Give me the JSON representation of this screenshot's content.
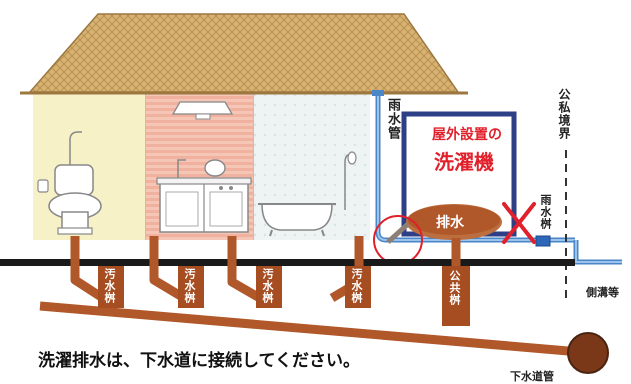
{
  "labels": {
    "rain_pipe": "雨水管",
    "boundary": "公私境界",
    "washer_line1": "屋外設置の",
    "washer_line2": "洗濯機",
    "drain": "排水",
    "rain_basin": "雨水桝",
    "sewage_basin": "汚水桝",
    "public_basin": "公共桝",
    "side_ditch": "側溝等",
    "sewer_pipe": "下水道管",
    "caption": "洗濯排水は、下水道に接続してください。"
  },
  "colors": {
    "roof": "#d2ad6f",
    "pipe": "#b0582a",
    "rain_pipe": "#4a86c8",
    "washer_frame": "#2d3f86",
    "cross": "#e0202a",
    "ground": "#1a1a1a"
  }
}
